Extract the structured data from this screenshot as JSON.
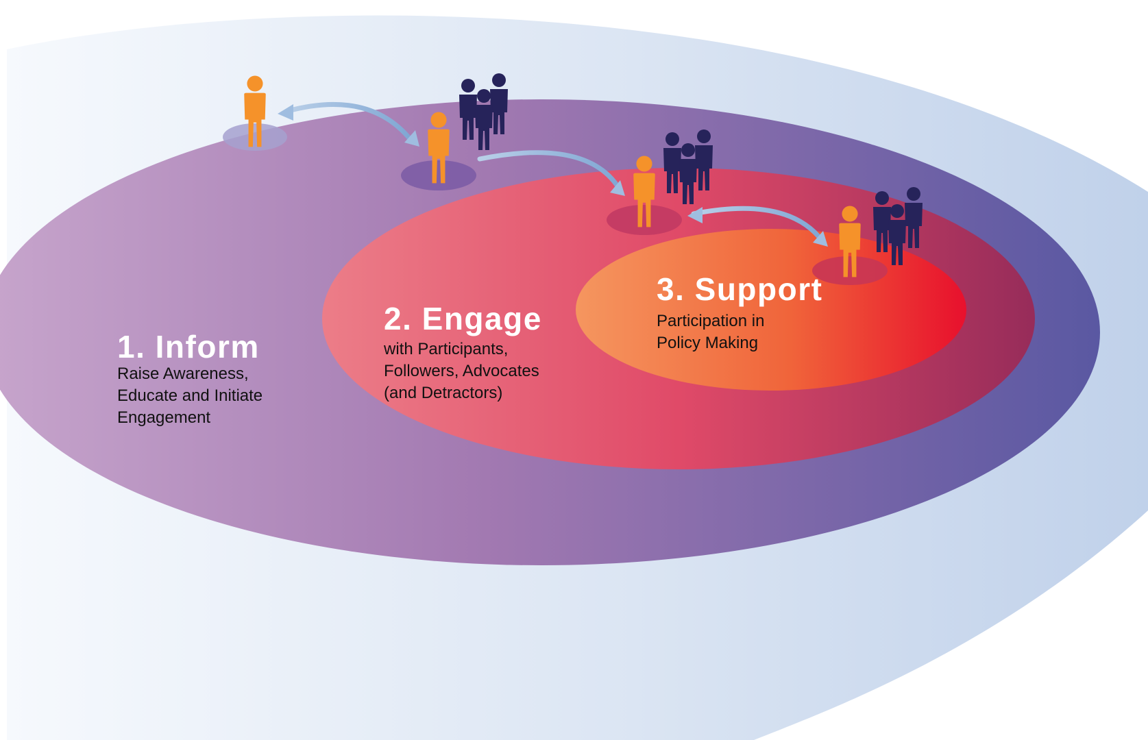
{
  "stages": {
    "inform": {
      "title": "1. Inform",
      "lines": [
        "Raise Awareness,",
        "Educate and Initiate",
        "Engagement"
      ]
    },
    "engage": {
      "title": "2. Engage",
      "lines": [
        "with Participants,",
        "Followers, Advocates",
        "(and Detractors)"
      ]
    },
    "support": {
      "title": "3. Support",
      "lines": [
        "Participation in",
        "Policy Making"
      ]
    }
  },
  "icons": {
    "individual": "person-icon",
    "group": "people-group-icon",
    "transition": "curved-arrow-icon"
  },
  "colors": {
    "outer_field": "#c8d6ec",
    "inform_ring_left": "#c7a5cc",
    "inform_ring_right": "#5b5aa3",
    "engage_ring_left": "#ea7a85",
    "engage_ring_right": "#9c2d5c",
    "support_ring_left": "#f59462",
    "support_ring_right": "#e8112e",
    "person": "#f5922a",
    "group": "#26235a",
    "arrow": "#8fb3d9",
    "title_text": "#ffffff",
    "body_text": "#111111"
  }
}
